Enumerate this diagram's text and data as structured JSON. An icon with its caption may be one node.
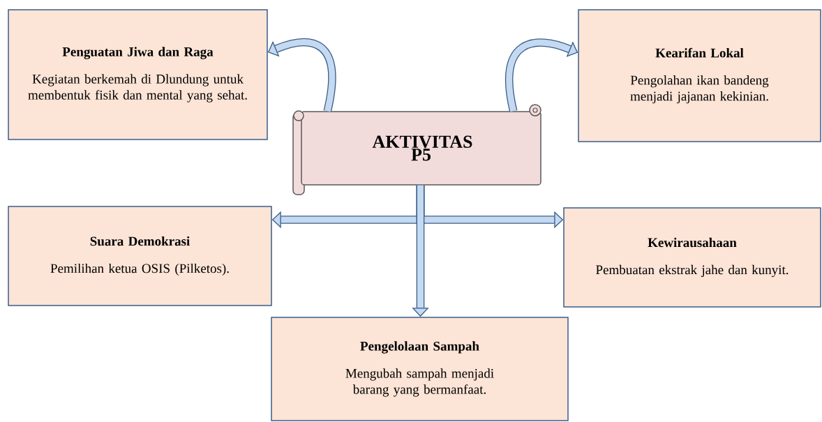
{
  "diagram": {
    "nodes": [
      {
        "text": [
          "Penguatan Jiwa dan Raga",
          "Kegiatan berkemah di Dlundung untuk membentuk fisik dan mental yang sehat."
        ]
      },
      {
        "text": [
          "Kearifan Lokal",
          "Pengolahan ikan bandeng menjadi jajanan kekinian."
        ]
      },
      {
        "text": [
          "AKTIVITAS P5"
        ]
      },
      {
        "text": [
          "Suara Demokrasi",
          "Pemilihan ketua OSIS (Pilketos)."
        ]
      },
      {
        "text": [
          "Kewirausahaan",
          "Pembuatan ekstrak jahe dan kunyit."
        ]
      },
      {
        "text": [
          "Pengelolaan Sampah",
          "Mengubah sampah menjadi barang yang bermanfaat."
        ]
      }
    ],
    "edges": [
      {
        "from": 2,
        "to": 0,
        "arrow": "to"
      },
      {
        "from": 2,
        "to": 1,
        "arrow": "to"
      },
      {
        "from": 2,
        "to": 3,
        "arrow": "to"
      },
      {
        "from": 2,
        "to": 4,
        "arrow": "to"
      },
      {
        "from": 2,
        "to": 5,
        "arrow": "to"
      }
    ]
  }
}
